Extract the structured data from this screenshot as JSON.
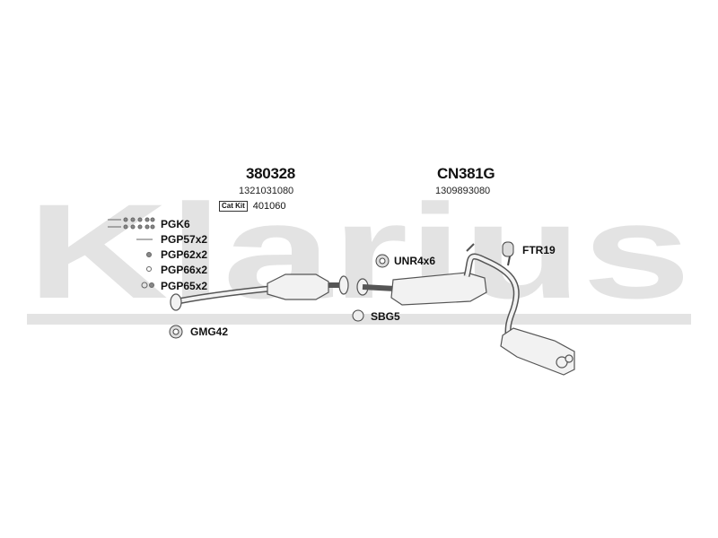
{
  "brand_watermark": "Klarius",
  "assemblies": [
    {
      "part_no": "380328",
      "ref": "1321031080"
    },
    {
      "part_no": "CN381G",
      "ref": "1309893080"
    }
  ],
  "cat_kit": {
    "label": "Cat Kit",
    "value": "401060"
  },
  "fittings": {
    "pgk6": "PGK6",
    "pgp57": "PGP57x2",
    "pgp62": "PGP62x2",
    "pgp66": "PGP66x2",
    "pgp65": "PGP65x2",
    "gmg42": "GMG42",
    "unr4x6": "UNR4x6",
    "sbg5": "SBG5",
    "ftr19": "FTR19"
  },
  "colors": {
    "watermark": "#e3e3e3",
    "line": "#555555",
    "part_fill": "#f2f2f2"
  }
}
